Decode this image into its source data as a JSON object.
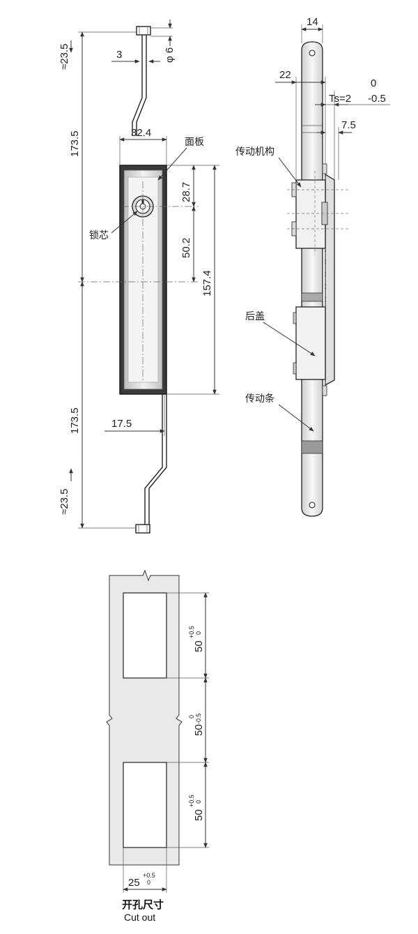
{
  "front_view": {
    "dim_top_approx": "≈23.5",
    "dim_upper_length": "173.5",
    "dim_lower_length": "173.5",
    "dim_bottom_approx": "≈23.5",
    "dim_rod_width": "3",
    "dim_hole": "φ 6",
    "dim_panel_width": "32.4",
    "dim_lock_offset": "28.7",
    "dim_lock_to_center": "50.2",
    "dim_panel_height": "157.4",
    "dim_rod_offset": "17.5",
    "label_panel": "面板",
    "label_lock_core": "锁芯"
  },
  "side_view": {
    "dim_top_width": "14",
    "dim_depth": "22",
    "dim_ts": "Ts=2",
    "dim_ts_upper": "0",
    "dim_ts_lower": "-0.5",
    "dim_offset": "7.5",
    "label_drive_mechanism": "传动机构",
    "label_back_cover": "后盖",
    "label_drive_bar": "传动条"
  },
  "cutout": {
    "dim_hole1": "50",
    "dim_hole1_tol_up": "+0.5",
    "dim_hole1_tol_low": "0",
    "dim_gap": "50",
    "dim_gap_tol_up": "0",
    "dim_gap_tol_low": "-0.5",
    "dim_hole2": "50",
    "dim_hole2_tol_up": "+0.5",
    "dim_hole2_tol_low": "0",
    "dim_width": "25",
    "dim_width_tol_up": "+0.5",
    "dim_width_tol_low": "0",
    "caption_cn": "开孔尺寸",
    "caption_en": "Cut out"
  }
}
